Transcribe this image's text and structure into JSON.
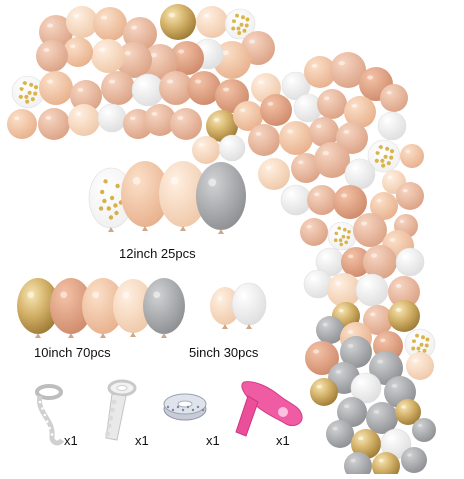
{
  "colors": {
    "blush": "#e9b89c",
    "peach": "#f1c9aa",
    "nude": "#f6dcc4",
    "rose_gold": "#e2a487",
    "gold": "#c9a55a",
    "grey": "#a6a7a9",
    "white": "#f7f7f7"
  },
  "labels": {
    "set_12inch": "12inch  25pcs",
    "set_10inch": "10inch  70pcs",
    "set_5inch": "5inch  30pcs"
  },
  "accessories": [
    {
      "name": "balloon-strip-tape",
      "qty": "x1"
    },
    {
      "name": "glue-dots-roll",
      "qty": "x1"
    },
    {
      "name": "silver-ribbon",
      "qty": "x1"
    },
    {
      "name": "balloon-tying-tool",
      "qty": "x1"
    }
  ]
}
